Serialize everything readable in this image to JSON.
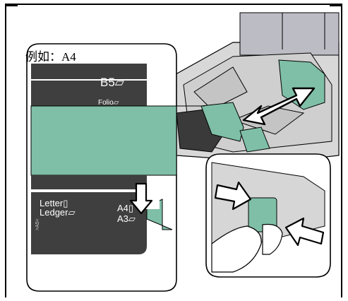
{
  "figure": {
    "caption": "例如：A4",
    "size_labels": {
      "b5": "B5▱",
      "folio": "Folio▱",
      "letter": "Letter▯",
      "ledger": "Ledger▱",
      "a4": "A4▯",
      "a3": "A3▱",
      "small": ">A5<"
    },
    "colors": {
      "guide": "#7fbfa7",
      "dark": "#3f3f3f",
      "metal": "#bdbdbd"
    }
  }
}
